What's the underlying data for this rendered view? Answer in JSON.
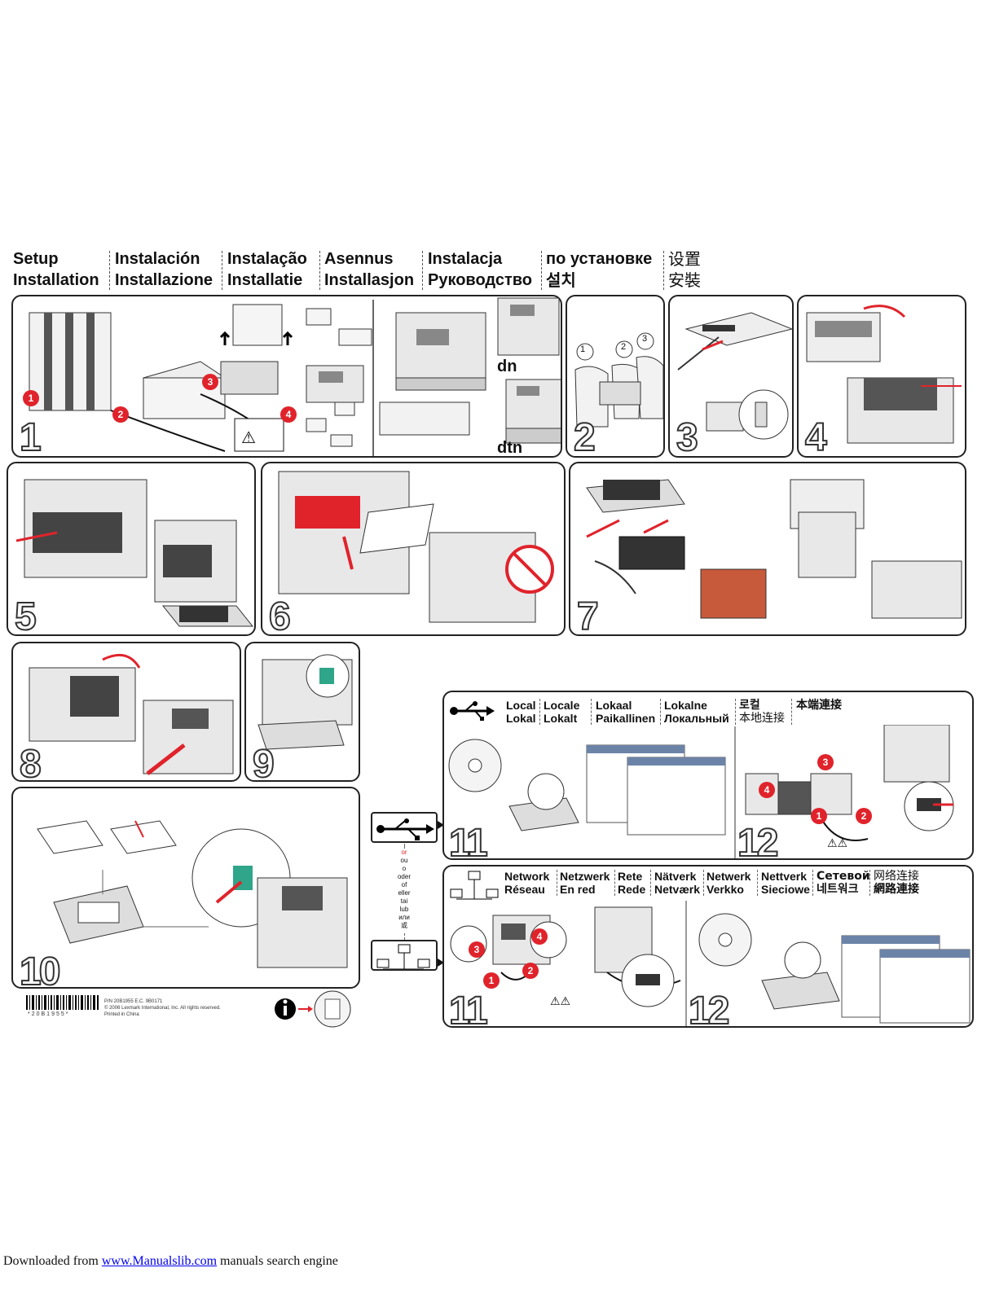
{
  "header": {
    "columns": [
      [
        "Setup",
        "Installation"
      ],
      [
        "Instalación",
        "Installazione"
      ],
      [
        "Instalação",
        "Installatie"
      ],
      [
        "Asennus",
        "Installasjon"
      ],
      [
        "Instalacja",
        "Руководство"
      ],
      [
        "по установке",
        "설치"
      ],
      [
        "设置",
        "安裝"
      ]
    ]
  },
  "steps": {
    "s1": "1",
    "s2": "2",
    "s3": "3",
    "s4": "4",
    "s5": "5",
    "s6": "6",
    "s7": "7",
    "s8": "8",
    "s9": "9",
    "s10": "10",
    "s11_local": "11",
    "s12_local": "12",
    "s11_net": "11",
    "s12_net": "12"
  },
  "step1": {
    "model_dn": "dn",
    "model_dtn": "dtn",
    "callouts": [
      "1",
      "2",
      "3",
      "4"
    ]
  },
  "step2": {
    "people": [
      "1",
      "2",
      "3"
    ]
  },
  "local": {
    "labels": [
      [
        "Local",
        "Lokal"
      ],
      [
        "Locale",
        "Lokalt"
      ],
      [
        "Lokaal",
        "Paikallinen"
      ],
      [
        "Lokalne",
        "Локальный"
      ],
      [
        "로컬",
        "本地连接"
      ],
      [
        "本端連接",
        ""
      ]
    ],
    "callouts": [
      "1",
      "2",
      "3",
      "4"
    ]
  },
  "network": {
    "labels": [
      [
        "Network",
        "Réseau"
      ],
      [
        "Netzwerk",
        "En red"
      ],
      [
        "Rete",
        "Rede"
      ],
      [
        "Nätverk",
        "Netværk"
      ],
      [
        "Netwerk",
        "Verkko"
      ],
      [
        "Nettverk",
        "Sieciowe"
      ],
      [
        "Сетевой",
        "네트워크"
      ],
      [
        "网络连接",
        "網路連接"
      ]
    ],
    "callouts": [
      "1",
      "2",
      "3",
      "4"
    ]
  },
  "or_words": [
    "or",
    "ou",
    "o",
    "oder",
    "of",
    "eller",
    "tai",
    "lub",
    "или",
    "或"
  ],
  "part_info": {
    "pn": "P/N 20B1955   E.C. 9B0171",
    "copyright": "© 2006 Lexmark International, Inc. All rights reserved.",
    "printed": "Printed in China",
    "barcode_text": "*20B1955*"
  },
  "footer": {
    "prefix": "Downloaded from ",
    "link": "www.Manualslib.com",
    "suffix": " manuals search engine"
  },
  "colors": {
    "accent_red": "#e0232b",
    "teal": "#2fa58a",
    "frame": "#222222"
  }
}
